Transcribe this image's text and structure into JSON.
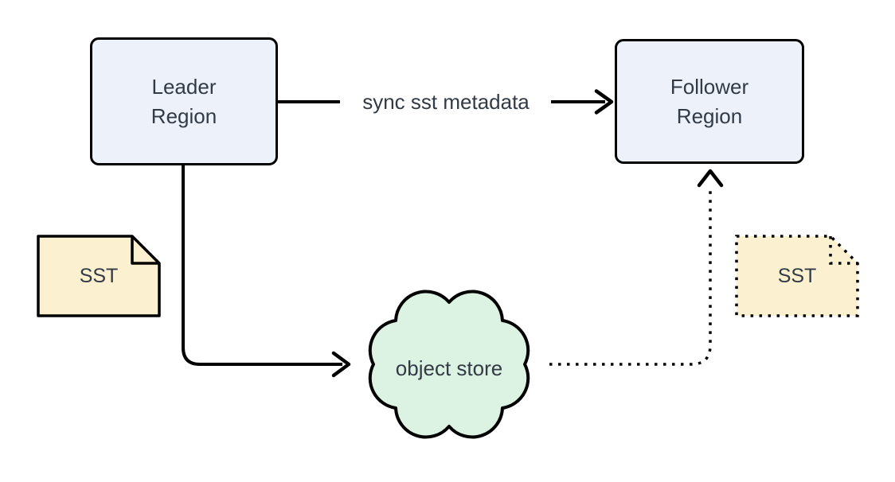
{
  "nodes": {
    "leader": {
      "line1": "Leader",
      "line2": "Region"
    },
    "follower": {
      "line1": "Follower",
      "line2": "Region"
    },
    "object_store": {
      "label": "object store"
    },
    "sst_left": {
      "label": "SST"
    },
    "sst_right": {
      "label": "SST"
    }
  },
  "edges": {
    "sync_metadata": {
      "label": "sync sst metadata",
      "style": "solid",
      "from": "Leader Region",
      "to": "Follower Region"
    },
    "leader_to_store": {
      "style": "solid",
      "from": "Leader Region",
      "to": "object store"
    },
    "store_to_follower": {
      "style": "dotted",
      "from": "object store",
      "to": "Follower Region"
    }
  },
  "colors": {
    "background": "#ffffff",
    "region_fill": "#edf2fa",
    "sst_fill": "#fbf0cf",
    "cloud_fill": "#dcf2e2",
    "stroke": "#000000",
    "text": "#323a45"
  }
}
